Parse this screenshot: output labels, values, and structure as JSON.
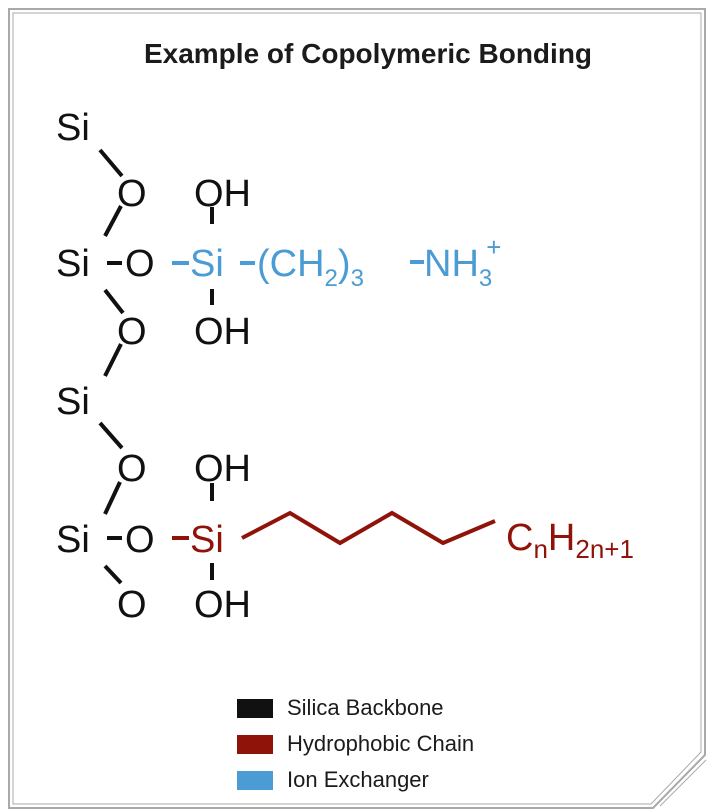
{
  "title": "Example of Copolymeric Bonding",
  "colors": {
    "backbone": "#111111",
    "hydrophobic": "#8f1309",
    "ion_exchanger": "#4b9bd4",
    "border": "#a9a9a9"
  },
  "atoms": {
    "si": "Si",
    "o": "O",
    "oh": "OH",
    "ch2_open": "(CH",
    "ch2_sub": "2",
    "ch2_close": ")",
    "ch2_count": "3",
    "nh": "NH",
    "nh_sub": "3",
    "nh_sup": "+",
    "cn_c": "C",
    "cn_n": "n",
    "cn_h": "H",
    "cn_sub": "2n+1"
  },
  "legend": [
    {
      "label": "Silica Backbone",
      "color": "#111111"
    },
    {
      "label": "Hydrophobic Chain",
      "color": "#8f1309"
    },
    {
      "label": "Ion Exchanger",
      "color": "#4b9bd4"
    }
  ]
}
